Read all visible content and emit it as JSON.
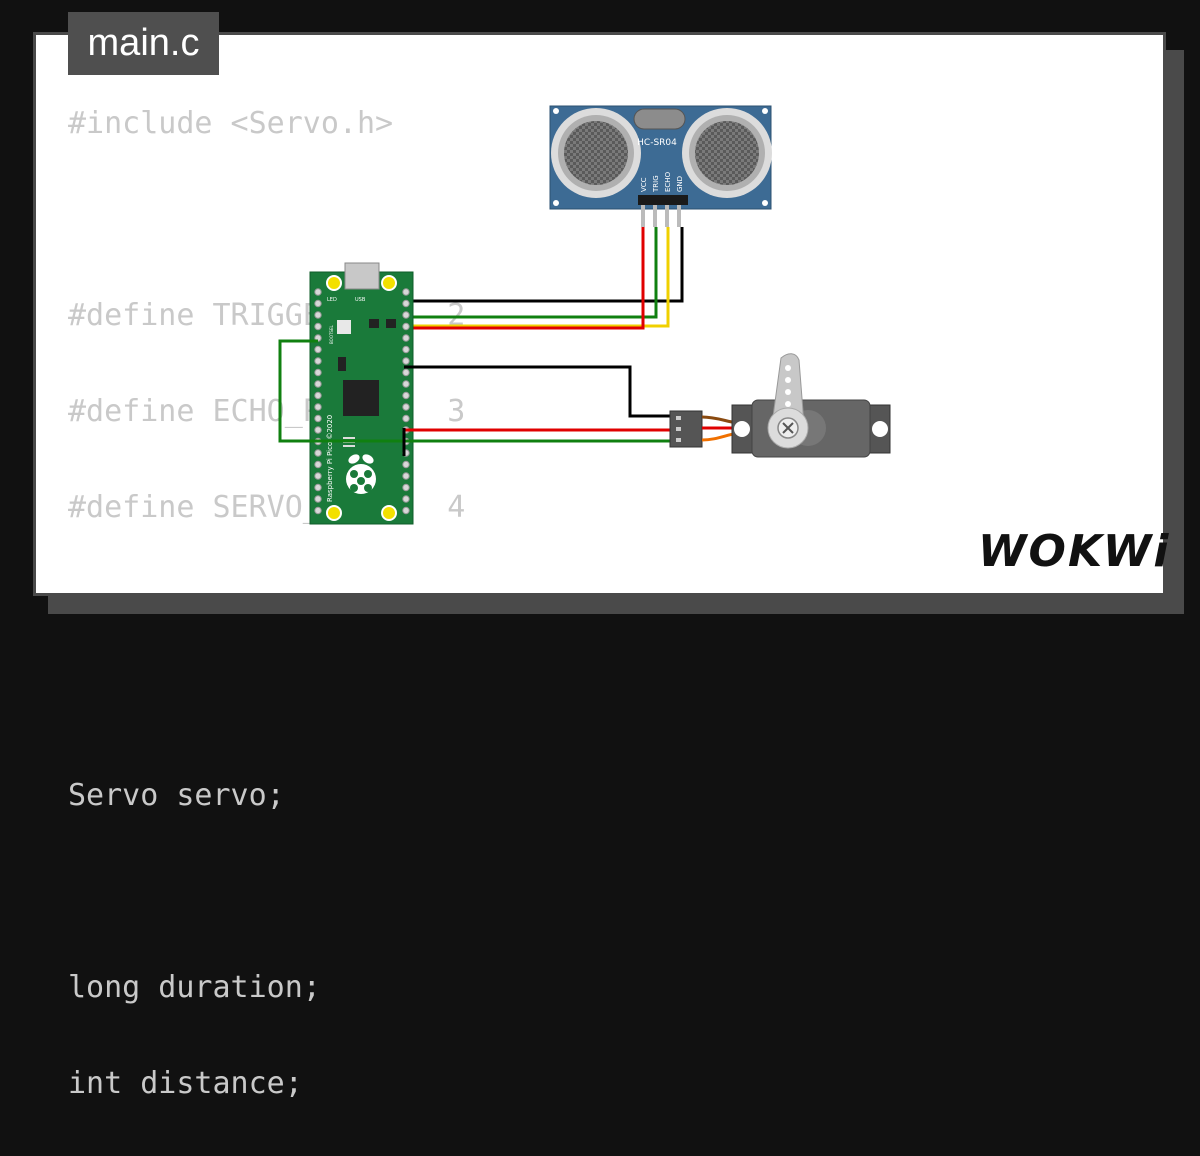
{
  "editor": {
    "tab_label": "main.c",
    "code_lines": [
      "#include <Servo.h>",
      "",
      "#define TRIGGER_PIN  2",
      "#define ECHO_PIN     3",
      "#define SERVO_PIN    4",
      "",
      "",
      "Servo servo;",
      "",
      "long duration;",
      "int distance;"
    ]
  },
  "sensor": {
    "model": "HC-SR04",
    "pins": [
      "VCC",
      "TRIG",
      "ECHO",
      "GND"
    ]
  },
  "board": {
    "label": "Raspberry Pi Pico ©2020",
    "led_label": "LED",
    "usb_label": "USB",
    "bootsel_label": "BOOTSEL"
  },
  "wires": {
    "red": "#e00000",
    "green": "#108010",
    "yellow": "#f0d000",
    "black": "#000000",
    "servo_orange": "#f07000"
  },
  "brand": {
    "logo": "WOKWi"
  }
}
